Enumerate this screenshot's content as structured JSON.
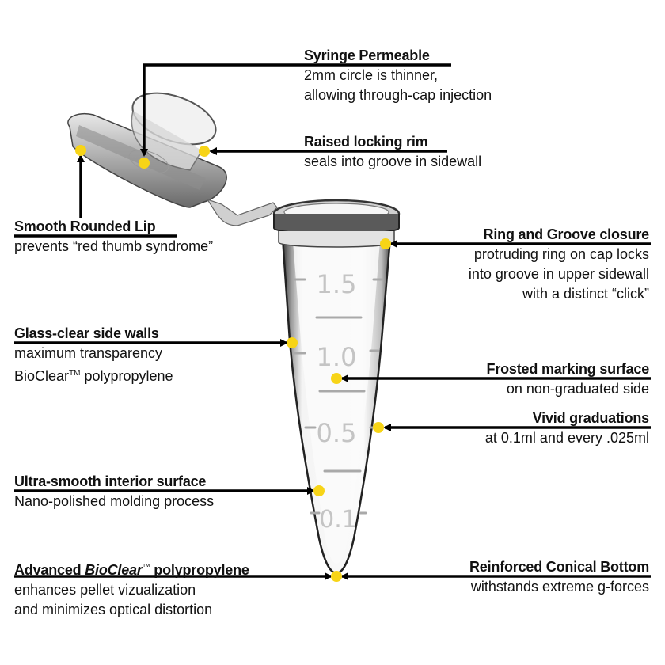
{
  "diagram": {
    "subject": "1.5ml microcentrifuge tube with attached cap",
    "colors": {
      "callout_dot": "#f7d417",
      "arrow": "#000000",
      "text": "#111111",
      "background": "#ffffff"
    },
    "graduations": [
      "1.5",
      "1.0",
      "0.5",
      "0.1"
    ],
    "callouts": [
      {
        "id": "syringe",
        "title": "Syringe Permeable",
        "lines": [
          "2mm circle is thinner,",
          "allowing through-cap injection"
        ]
      },
      {
        "id": "rim",
        "title": "Raised locking rim",
        "lines": [
          "seals into groove in sidewall"
        ]
      },
      {
        "id": "lip",
        "title": "Smooth Rounded Lip",
        "lines": [
          "prevents “red thumb syndrome”"
        ]
      },
      {
        "id": "ring",
        "title": "Ring and Groove closure",
        "lines": [
          "protruding ring on cap locks",
          "into groove in upper sidewall",
          "with a distinct “click”"
        ]
      },
      {
        "id": "glass",
        "title": "Glass-clear side walls",
        "lines": [
          "maximum transparency"
        ],
        "line2_prefix": "BioClear",
        "line2_tm": "TM",
        "line2_suffix": " polypropylene"
      },
      {
        "id": "frosted",
        "title": "Frosted marking surface",
        "lines": [
          "on non-graduated side"
        ]
      },
      {
        "id": "vivid",
        "title": "Vivid graduations",
        "lines": [
          "at 0.1ml and every .025ml"
        ]
      },
      {
        "id": "interior",
        "title": "Ultra-smooth interior surface",
        "lines": [
          "Nano-polished molding process"
        ]
      },
      {
        "id": "advanced",
        "title_prefix": "Advanced ",
        "title_italic": "BioClear",
        "title_tm": "™",
        "title_suffix": " polypropylene",
        "lines": [
          "enhances pellet vizualization",
          "and minimizes optical distortion"
        ]
      },
      {
        "id": "bottom",
        "title": "Reinforced Conical Bottom",
        "lines": [
          "withstands extreme g-forces"
        ]
      }
    ]
  }
}
